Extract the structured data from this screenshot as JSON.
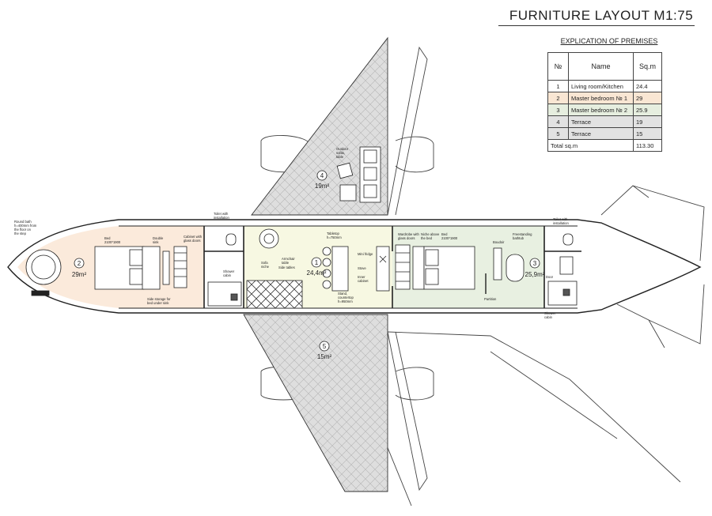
{
  "header": {
    "title": "FURNITURE LAYOUT M1:75"
  },
  "legend": {
    "title": "EXPLICATION OF PREMISES",
    "columns": [
      "№",
      "Name",
      "Sq.m"
    ],
    "rows": [
      {
        "no": "1",
        "name": "Living room/Kitchen",
        "area": "24.4"
      },
      {
        "no": "2",
        "name": "Master bedroom № 1",
        "area": "29"
      },
      {
        "no": "3",
        "name": "Master bedroom № 2",
        "area": "25.9"
      },
      {
        "no": "4",
        "name": "Terrace",
        "area": "19"
      },
      {
        "no": "5",
        "name": "Terrace",
        "area": "15"
      }
    ],
    "total_label": "Total sq.m",
    "total_value": "113.30"
  },
  "rooms": {
    "r1": {
      "no": "1",
      "area": "24,4m²"
    },
    "r2": {
      "no": "2",
      "area": "29m²"
    },
    "r3": {
      "no": "3",
      "area": "25,9m²"
    },
    "r4": {
      "no": "4",
      "area": "19m²"
    },
    "r5": {
      "no": "5",
      "area": "15m²"
    }
  },
  "labels": {
    "round_bath": [
      "Round bath",
      "h=400mm from",
      "the floor on",
      "the step"
    ],
    "bed1": [
      "Bed",
      "2100*1900"
    ],
    "double_sink": [
      "Double",
      "sink"
    ],
    "cabinet_glass": [
      "Cabinet with",
      "glass doors"
    ],
    "side_storage": [
      "Side storage for",
      "bed under sink"
    ],
    "toilet1": [
      "Toilet with",
      "installation"
    ],
    "shower1": [
      "Shower",
      "cabin"
    ],
    "armchair": [
      "Armchair",
      "table"
    ],
    "sofa": [
      "Sofa",
      "niche"
    ],
    "side_tables": [
      "Side tables"
    ],
    "outdoor_sofa": [
      "Outdoor",
      "sofas,",
      "table"
    ],
    "tabletop": [
      "Tabletop",
      "h=750mm"
    ],
    "mini_fridge": [
      "Mini fridge"
    ],
    "stove": [
      "Stove"
    ],
    "inner_cabinet": [
      "Inner",
      "cabinet"
    ],
    "stand_counter": [
      "Stand,",
      "countertop",
      "h=950mm"
    ],
    "wardrobe": [
      "Wardrobe with",
      "glass doors"
    ],
    "niche_above": [
      "Niche above",
      "the bed"
    ],
    "bed2": [
      "Bed",
      "2100*1900"
    ],
    "boudoir": [
      "Boudoir"
    ],
    "bathtub": [
      "Freestanding",
      "bathtub"
    ],
    "partition": [
      "Partition"
    ],
    "toilet2": [
      "Toilet with",
      "installation"
    ],
    "shower2": [
      "Shower",
      "cabin"
    ],
    "door_mark": [
      "Door"
    ]
  },
  "colors": {
    "room1": "#f7f8e2",
    "room2": "#fbeadb",
    "room3": "#e8f0e1",
    "terrace": "#dedede",
    "line": "#333333"
  }
}
